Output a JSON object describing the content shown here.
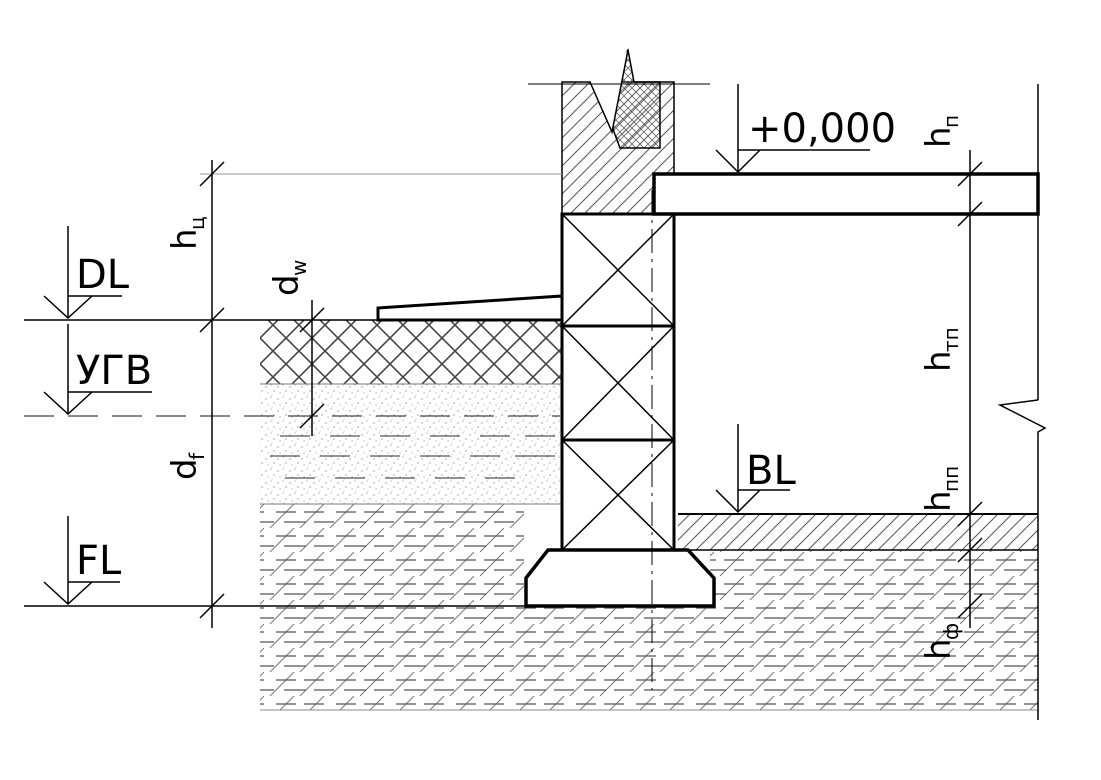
{
  "labels": {
    "dl": "DL",
    "ugv": "УГВ",
    "fl": "FL",
    "bl": "BL",
    "zero": "+0,000",
    "h_c_main": "h",
    "h_c_sub": "ц",
    "d_w_main": "d",
    "d_w_sub": "w",
    "d_f_main": "d",
    "d_f_sub": "f",
    "h_p_main": "h",
    "h_p_sub": "п",
    "h_tp_main": "h",
    "h_tp_sub": "тп",
    "h_pp_main": "h",
    "h_pp_sub": "пп",
    "h_f_main": "h",
    "h_f_sub": "ф"
  }
}
